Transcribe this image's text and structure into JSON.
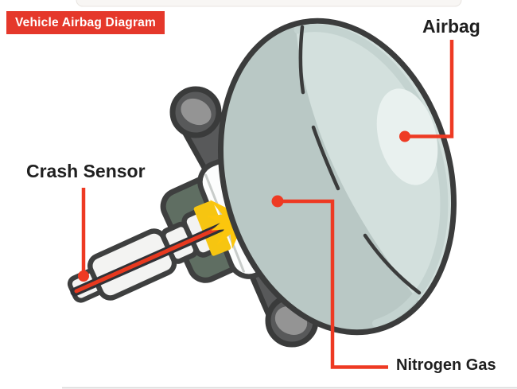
{
  "banner": {
    "label": "Vehicle Airbag Diagram",
    "background": "#e5382b",
    "text_color": "#ffffff"
  },
  "callouts": {
    "airbag": {
      "label": "Airbag"
    },
    "crash_sensor": {
      "label": "Crash Sensor"
    },
    "nitrogen_gas": {
      "label": "Nitrogen Gas"
    }
  },
  "colors": {
    "leader_red": "#ee3a23",
    "outline_dark": "#3b3c3c",
    "balloon_front": "#d3e0dd",
    "balloon_back": "#b9c8c5",
    "balloon_highlight": "#e9f1ef",
    "hub_gray": "#58595a",
    "knob_gray": "#949494",
    "module_green": "#5f6e62",
    "igniter_yellow": "#f6c511",
    "spark_yellow": "#fcc60d",
    "sensor_body_white": "#f3f3f2",
    "wire_red": "#e8391f"
  },
  "parts": [
    "airbag-balloon",
    "steering-hub",
    "inflator-module",
    "gas-canister",
    "igniter",
    "spark-burst",
    "crash-sensor-probe",
    "sensor-wire",
    "nitrogen-gas-point"
  ]
}
